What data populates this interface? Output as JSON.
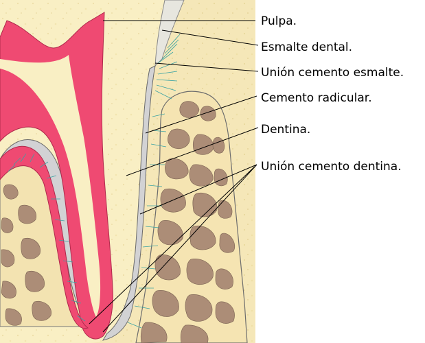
{
  "labels": {
    "pulp": "Pulpa.",
    "enamel": "Esmalte dental.",
    "cej": "Unión cemento esmalte.",
    "cementum": "Cemento radicular.",
    "dentin": "Dentina.",
    "cdj": "Unión cemento dentina."
  },
  "colors": {
    "pulp": "#ef4a72",
    "pulp_dark": "#c72d55",
    "dentin": "#f8eec2",
    "enamel": "#d4d4d6",
    "bone": "#f3e4b4",
    "marrow": "#aa8a74",
    "fibers": "#3aa3a3",
    "outline": "#555555"
  }
}
